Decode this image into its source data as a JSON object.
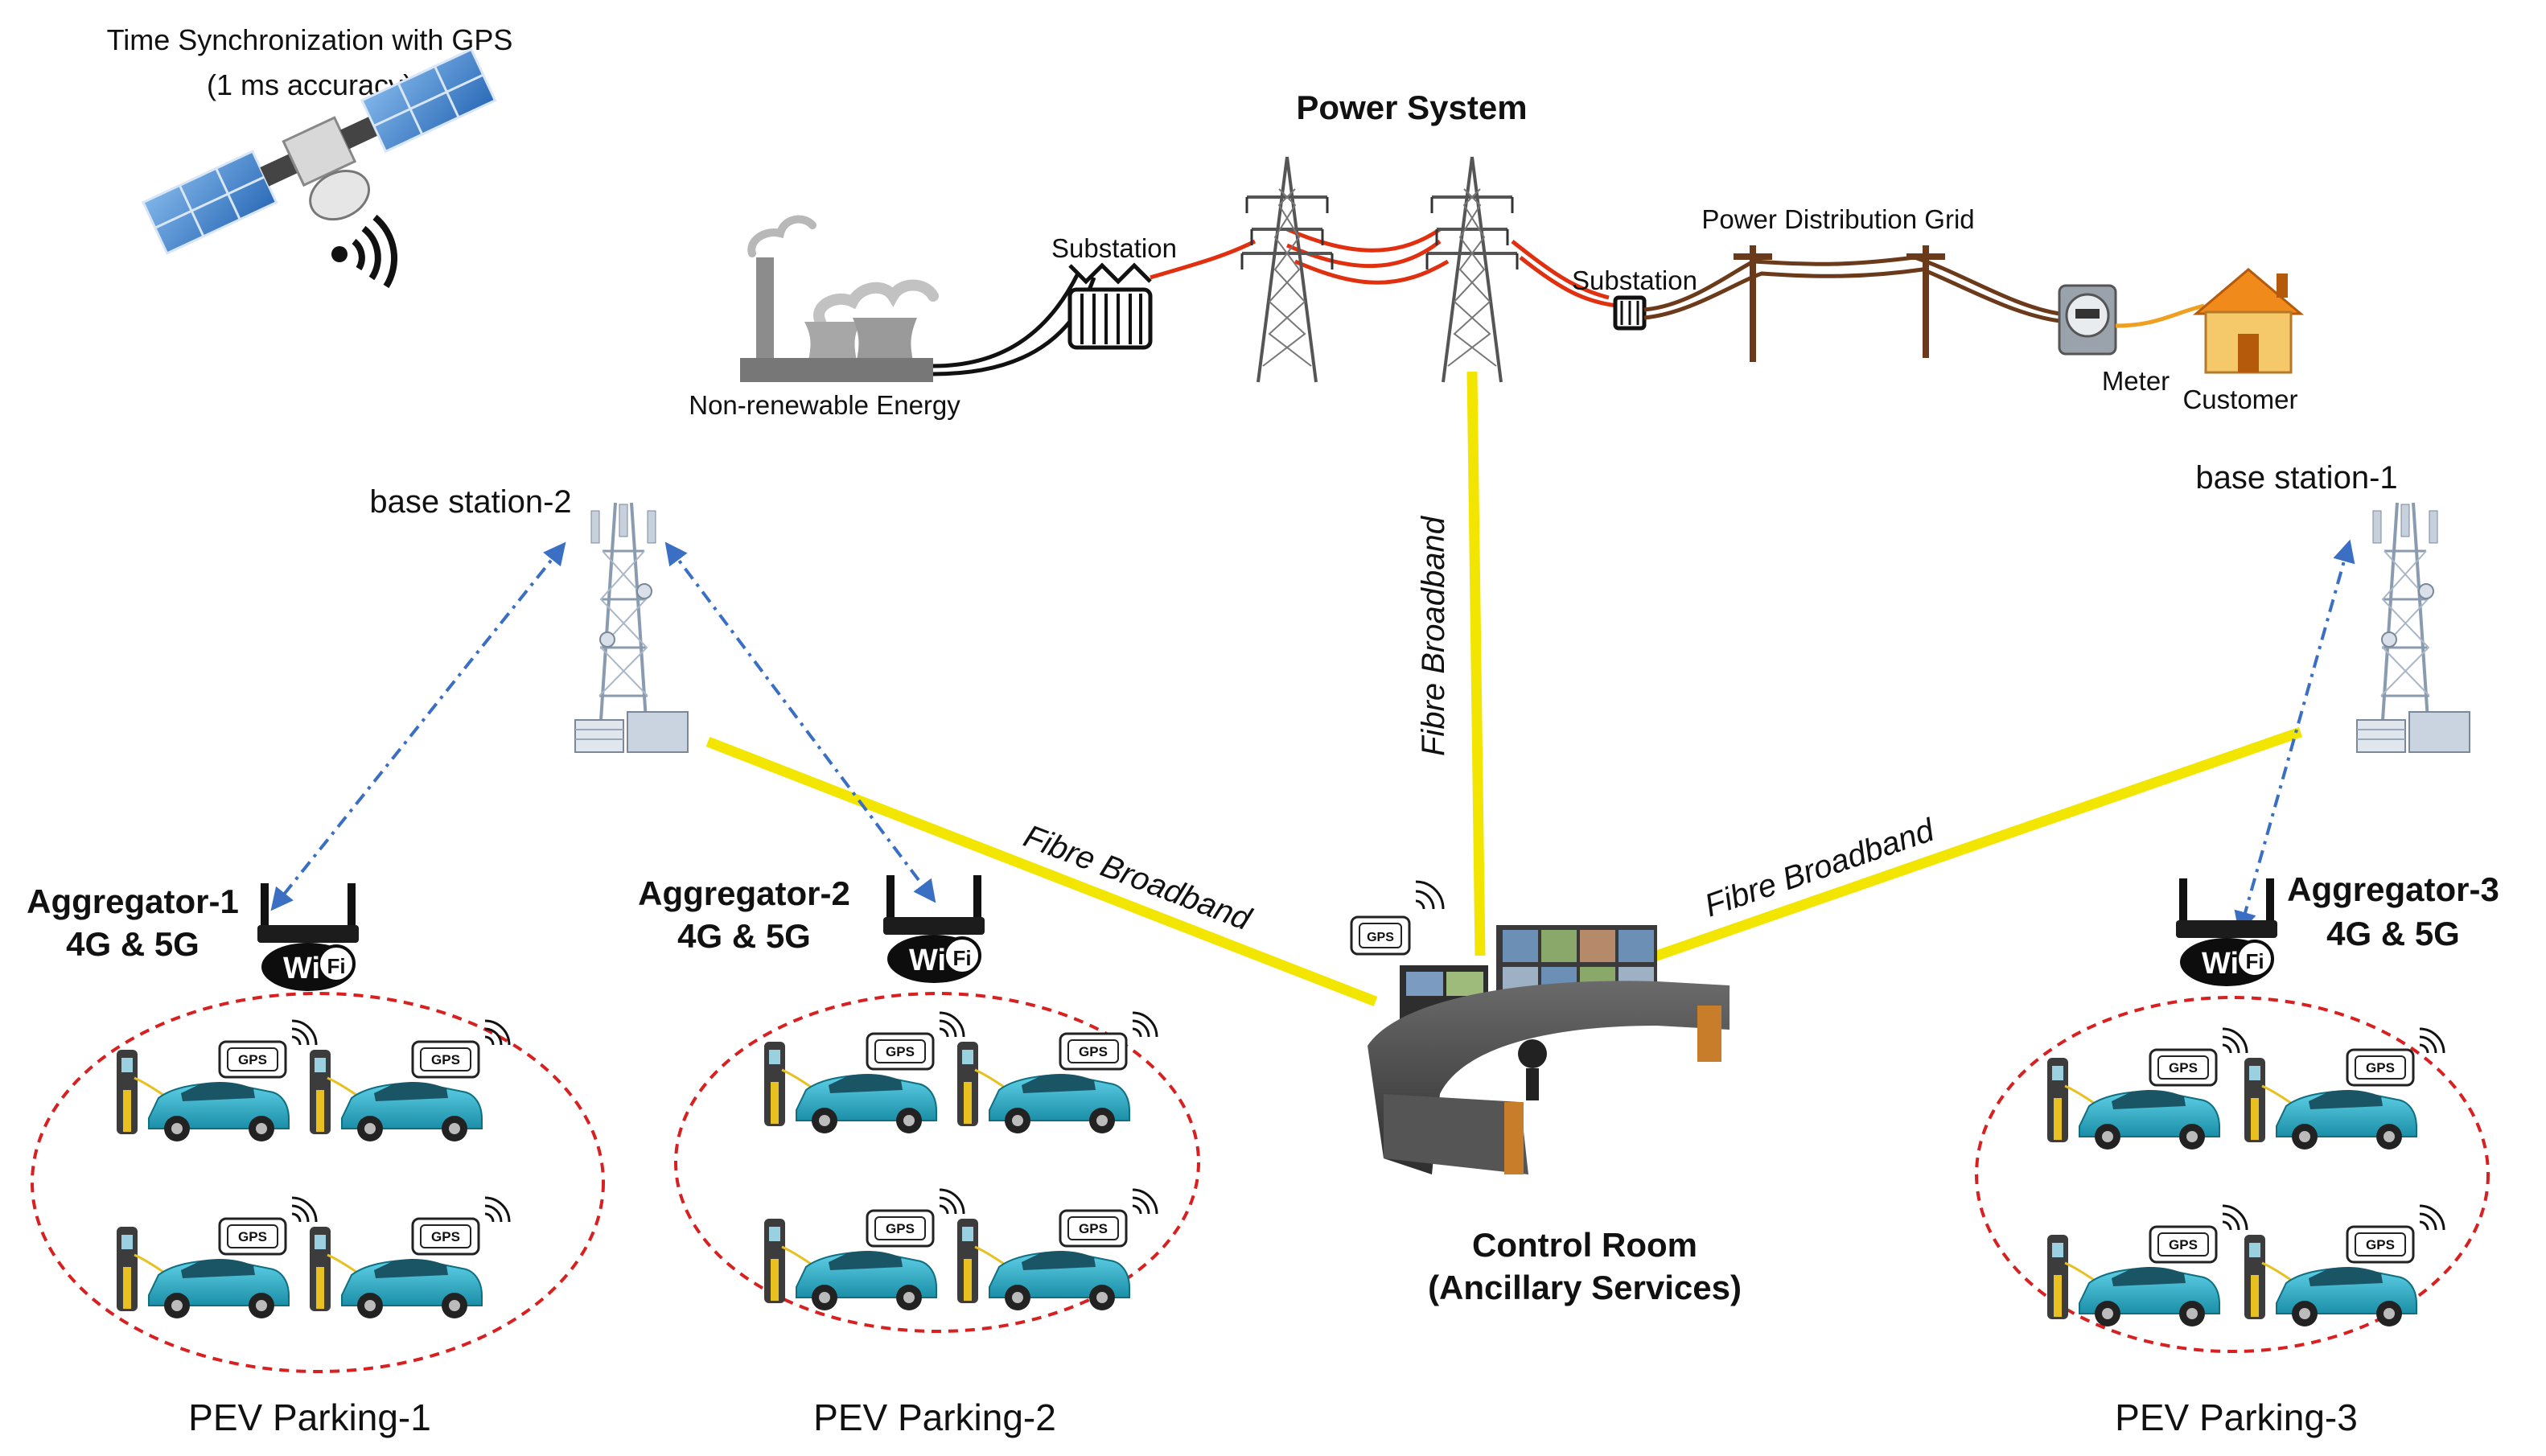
{
  "satellite": {
    "title_line1": "Time Synchronization with GPS",
    "title_line2": "(1 ms accuracy)"
  },
  "power_system": {
    "title": "Power System",
    "plant_label": "Non-renewable Energy",
    "substation_1": "Substation",
    "substation_2": "Substation",
    "distribution_label": "Power Distribution Grid",
    "meter_label": "Meter",
    "customer_label": "Customer"
  },
  "links": {
    "fibre_vertical": "Fibre Broadband",
    "fibre_left": "Fibre Broadband",
    "fibre_right": "Fibre Broadband"
  },
  "base_stations": {
    "bs2": "base station-2",
    "bs1": "base station-1"
  },
  "aggregators": [
    {
      "name": "Aggregator-1",
      "tech": "4G & 5G"
    },
    {
      "name": "Aggregator-2",
      "tech": "4G & 5G"
    },
    {
      "name": "Aggregator-3",
      "tech": "4G & 5G"
    }
  ],
  "router_badge": {
    "wi": "Wi",
    "fi": "Fi"
  },
  "gps_badge": "GPS",
  "parkings": [
    "PEV Parking-1",
    "PEV Parking-2",
    "PEV Parking-3"
  ],
  "control_room": {
    "line1": "Control Room",
    "line2": "(Ancillary Services)"
  },
  "colors": {
    "fibre": "#f2e600",
    "wireless": "#3a6fc4",
    "parking_border": "#d82020",
    "transmission": "#e03010",
    "distribution": "#6b3a1a",
    "car": "#2aa9c4"
  }
}
